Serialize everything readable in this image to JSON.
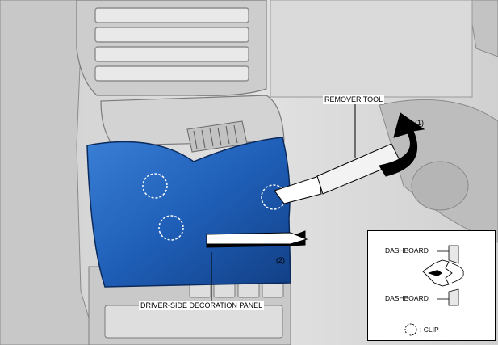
{
  "labels": {
    "remover_tool": "REMOVER TOOL",
    "step_1": "(1)",
    "step_2": "(2)",
    "panel": "DRIVER-SIDE DECORATION PANEL"
  },
  "inset": {
    "top_label": "DASHBOARD",
    "bottom_label": "DASHBOARD",
    "legend": ": CLIP"
  },
  "colors": {
    "panel_blue": "#1f5fb8",
    "background_gray": "#d9d9d9",
    "line": "#000000"
  }
}
